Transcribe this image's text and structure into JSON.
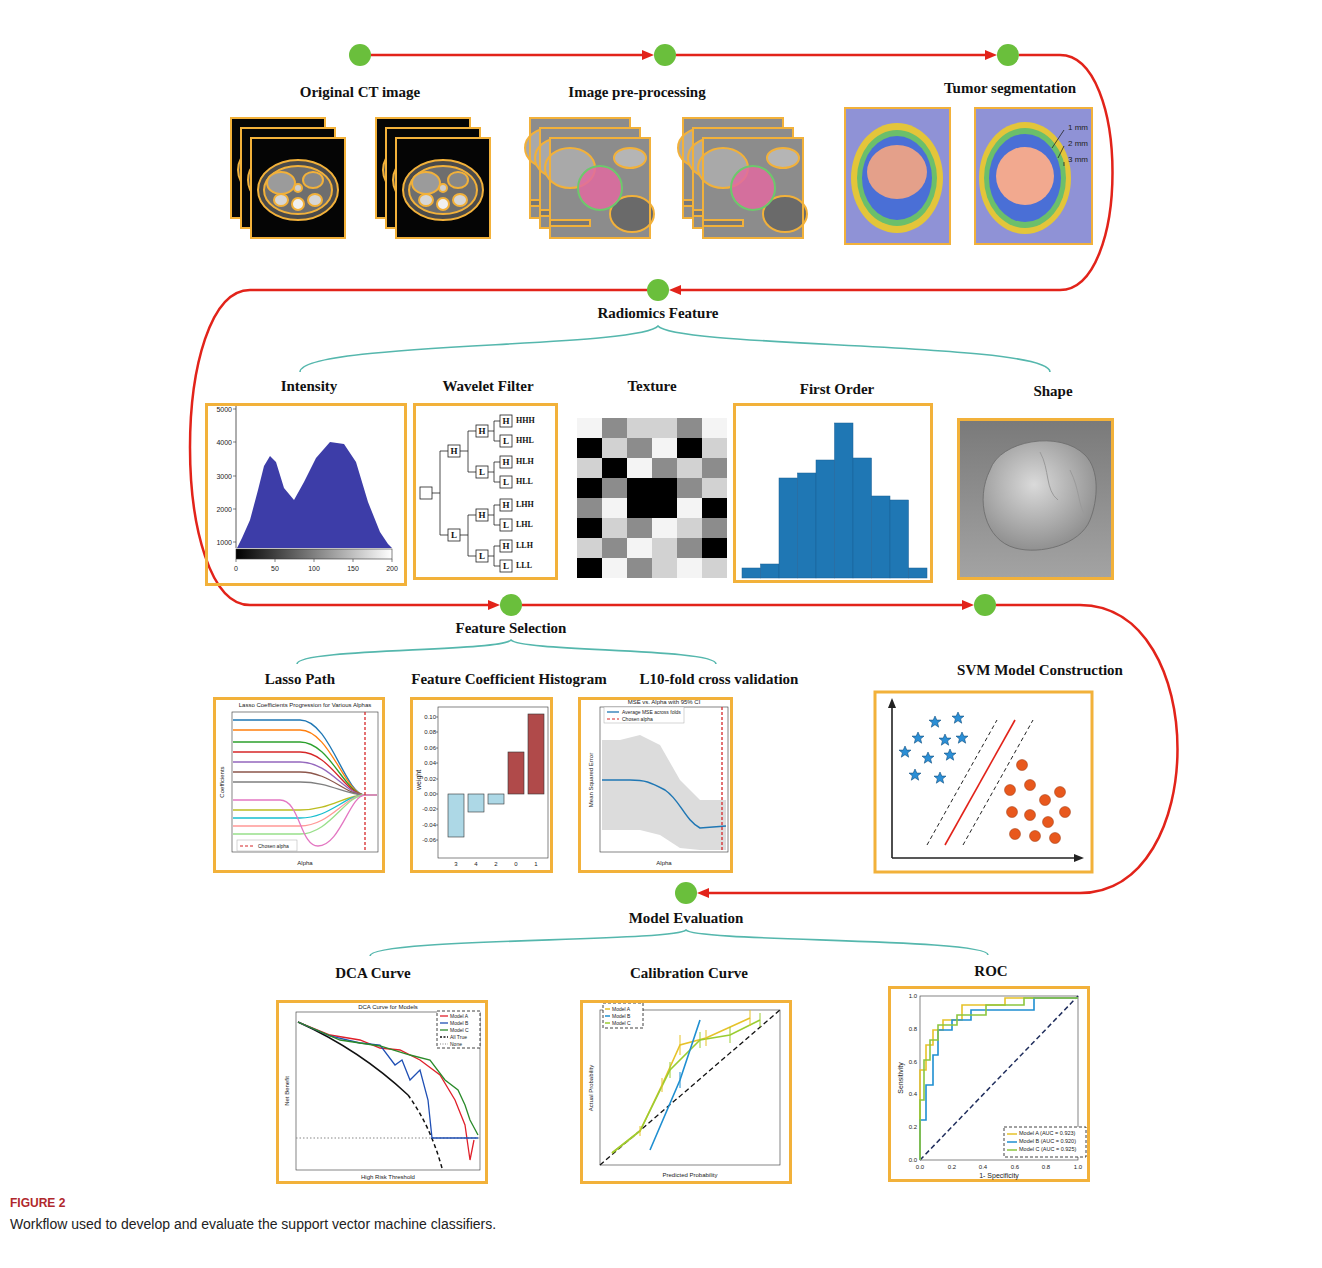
{
  "diagram": {
    "caption": "Workflow used to develop and evaluate the support vector machine classifiers.",
    "nodes": [
      {
        "text": [
          "Original CT image"
        ]
      },
      {
        "text": [
          "Image pre-processing"
        ]
      },
      {
        "text": [
          "Tumor segmentation"
        ]
      },
      {
        "text": [
          "Radiomics Feature"
        ]
      },
      {
        "text": [
          "Intensity"
        ]
      },
      {
        "text": [
          "Wavelet Filter"
        ]
      },
      {
        "text": [
          "Texture"
        ]
      },
      {
        "text": [
          "First Order"
        ]
      },
      {
        "text": [
          "Shape"
        ]
      },
      {
        "text": [
          "Feature Selection"
        ]
      },
      {
        "text": [
          "Lasso Path"
        ]
      },
      {
        "text": [
          "Feature Coefficient Histogram"
        ]
      },
      {
        "text": [
          "L10-fold cross validation"
        ]
      },
      {
        "text": [
          "SVM Model Construction"
        ]
      },
      {
        "text": [
          "Model Evaluation"
        ]
      },
      {
        "text": [
          "DCA Curve"
        ]
      },
      {
        "text": [
          "Calibration Curve"
        ]
      },
      {
        "text": [
          "ROC"
        ]
      }
    ],
    "edges": [
      {
        "from": 0,
        "to": 1,
        "arrow": "to"
      },
      {
        "from": 1,
        "to": 2,
        "arrow": "to"
      },
      {
        "from": 2,
        "to": 3,
        "arrow": "to"
      },
      {
        "from": 3,
        "to": 9,
        "arrow": "to"
      },
      {
        "from": 9,
        "to": 13,
        "arrow": "to"
      },
      {
        "from": 13,
        "to": 14,
        "arrow": "to"
      }
    ],
    "labels": [
      "1 mm",
      "2 mm",
      "3 mm",
      "5000",
      "4000",
      "3000",
      "2000",
      "1000",
      "0",
      "50",
      "100",
      "150",
      "200",
      "H",
      "L",
      "H",
      "L",
      "H",
      "L",
      "H",
      "L",
      "H",
      "L",
      "H",
      "L",
      "H",
      "L",
      "HHH",
      "HHL",
      "HLH",
      "HLL",
      "LHH",
      "LHL",
      "LLH",
      "LLL",
      "Lasso Coefficients Progression for Various Alphas",
      "Coefficients",
      "Alpha",
      "Chosen alpha",
      "weight",
      "0.10",
      "0.08",
      "0.06",
      "0.04",
      "0.02",
      "0.00",
      "-0.02",
      "-0.04",
      "-0.06",
      "3",
      "4",
      "2",
      "0",
      "1",
      "MSE vs. Alpha with 95% CI",
      "Average MSE across folds",
      "Chosen alpha",
      "Mean Squared Error",
      "Alpha",
      "DCA Curve for Models",
      "Model A",
      "Model B",
      "Model C",
      "All True",
      "None",
      "Net Benefit",
      "High Risk Threshold",
      "Model A",
      "Model B",
      "Model C",
      "Actual Probability",
      "Predicted Probability",
      "Sensitivity",
      "1- Specificity",
      "Model A (AUC = 0.923)",
      "Model B (AUC = 0.920)",
      "Model C (AUC = 0.925)",
      "1.0",
      "0.8",
      "0.6",
      "0.4",
      "0.2",
      "0.0",
      "0.0",
      "0.2",
      "0.4",
      "0.6",
      "0.8",
      "1.0",
      "FIGURE 2"
    ]
  }
}
